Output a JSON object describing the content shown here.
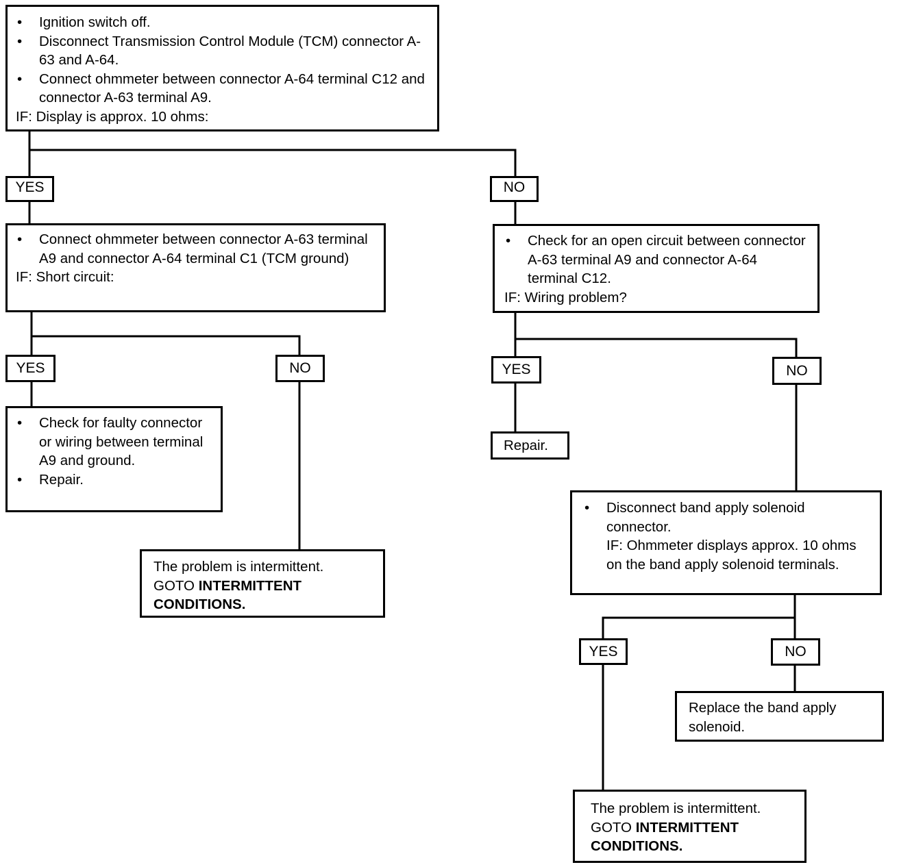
{
  "flowchart": {
    "start": {
      "steps": [
        "Ignition switch off.",
        "Disconnect Transmission Control Module (TCM) connector A-63 and A-64.",
        "Connect ohmmeter between connector A-64 terminal C12 and connector A-63 terminal A9."
      ],
      "condition": "IF: Display is approx. 10 ohms:"
    },
    "left_yes": {
      "label": "YES",
      "steps": [
        "Connect ohmmeter between connector A-63 terminal A9 and connector A-64 terminal C1 (TCM ground)"
      ],
      "condition": "IF: Short circuit:"
    },
    "right_no": {
      "label": "NO",
      "steps": [
        "Check for an open circuit between connector A-63 terminal A9 and connector A-64 terminal C12."
      ],
      "condition": "IF:  Wiring problem?"
    },
    "short_yes": {
      "label": "YES",
      "steps": [
        "Check for faulty connector or wiring between terminal A9 and ground.",
        "Repair."
      ]
    },
    "short_no": {
      "label": "NO",
      "text": "The problem is intermittent.",
      "goto": "GOTO",
      "target": "INTERMITTENT CONDITIONS."
    },
    "wiring_yes": {
      "label": "YES",
      "text": "Repair."
    },
    "wiring_no": {
      "label": "NO",
      "steps": [
        "Disconnect band apply solenoid connector."
      ],
      "condition": "IF: Ohmmeter displays approx. 10 ohms on the band apply solenoid terminals."
    },
    "solenoid_yes": {
      "label": "YES",
      "text": "The problem is intermittent.",
      "goto": "GOTO",
      "target": "INTERMITTENT CONDITIONS."
    },
    "solenoid_no": {
      "label": "NO",
      "text": "Replace the band apply solenoid."
    }
  }
}
